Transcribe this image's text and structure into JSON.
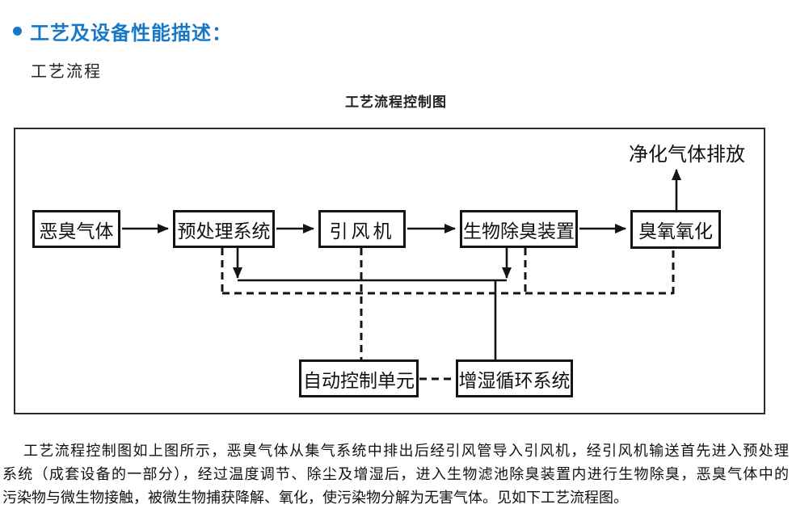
{
  "colors": {
    "accent_blue": "#1878c8",
    "ink": "#1a1a1a"
  },
  "icons": {
    "bullet": "blue-circle"
  },
  "header": {
    "title": "工艺及设备性能描述：",
    "subtitle": "工艺流程"
  },
  "figure": {
    "caption": "工艺流程控制图",
    "outlet_label": "净化气体排放",
    "nodes": {
      "odor_gas": "恶臭气体",
      "pretreatment": "预处理系统",
      "draft_fan": "引风机",
      "bio_deodorizer": "生物除臭装置",
      "ozone_oxidation": "臭氧氧化",
      "auto_control": "自动控制单元",
      "humidification": "增湿循环系统"
    },
    "flow": [
      "恶臭气体 → 预处理系统",
      "预处理系统 → 引风机",
      "引风机 → 生物除臭装置",
      "生物除臭装置 → 臭氧氧化",
      "臭氧氧化 → 净化气体排放",
      "预处理系统/生物除臭装置 → 增湿循环系统 (实线)",
      "自动控制单元 -- 预处理系统/引风机/生物除臭装置/臭氧氧化/增湿循环系统 (虚线)"
    ]
  },
  "body": {
    "lines": [
      "工艺流程控制图如上图所示，恶臭气体从集气系统中排出后经引风管导入引风机，经引风机输送首先进入预处理",
      "系统（成套设备的一部分），经过温度调节、除尘及增湿后，进入生物滤池除臭装置内进行生物除臭，恶臭气体中的",
      "污染物与微生物接触，被微生物捕获降解、氧化，使污染物分解为无害气体。见如下工艺流程图。"
    ]
  }
}
